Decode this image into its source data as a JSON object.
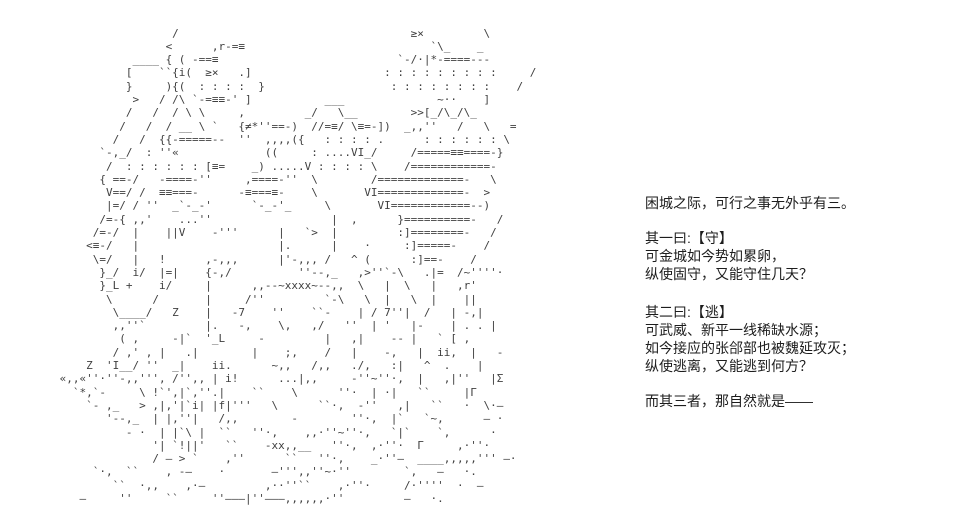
{
  "scene": {
    "background_color": "#ffffff",
    "art_color": "#3f3f3f",
    "text_color": "#1d1d1d"
  },
  "dialogue": {
    "intro": "困城之际，可行之事无外乎有三。",
    "option_one": {
      "title": "其一曰:【守】",
      "line1": "可金城如今势如累卵，",
      "line2": "纵使固守，又能守住几天？"
    },
    "option_two": {
      "title": "其二曰:【逃】",
      "line1": "可武威、新平一线稀缺水源；",
      "line2": "如今接应的张郃部也被魏延攻灭；",
      "line3": "纵使逃离，又能逃到何方？"
    },
    "closing": "而其三者，那自然就是——"
  },
  "ascii_art": {
    "lines": [
      "",
      "",
      "                          /                                   ≥×         \\",
      "                         <      ,r-=≡                            `\\_    _",
      "                    ____ { ( -==≡                           `-/·|*-====---",
      "                   [    ``{i(  ≥×   .]                    : : : : : : : : :     /",
      "                   }     ){(  : : : :  }                   : : : : : : : :    /",
      "                    >   / /\\ `-=≡≡-' ]           ___              ~··    ]",
      "                   /   /  / \\ \\     ,         _/   \\__        >>[_/\\_/\\_",
      "                  /   /  / __ \\ `   {≠*''==-)  //=≡/ \\≡=-])  _,,''   /   \\   =",
      "                 /   /  {{-=====--  ''  ,,,,({   : : : : .      : : : : : : \\",
      "               `-,_/  : ''«             ((     : ....VI_/     /=====≡≡====-}",
      "                /  : : : : : : [≡=    _) .....V : : : : \\    /============-",
      "               { ==-/   -====-''     ,====-''  \\        /=============-   \\",
      "                V==/ /  ≡≡===-      -≡===≡-    \\       VI=============-  >",
      "                |=/ / ''  _`-_-'      `-_-'_     \\       VI============--)",
      "               /=-{ ,,'    ...''                  |  ,      }==========-   /",
      "              /=-/  |    ||V    -'''      |   `>  |         :]========-   /",
      "             <≡-/   |                     |.      |    ·     :]=====-    /",
      "              \\=/   |   !      ,-,,,      |'-,,, /   ^ (      :]==-    /",
      "               }_/  i/  |=|    {-,/          ''--,_   ,>''`-\\   .|=  /~''''·",
      "               }_L +    i/     |      ,,--~xxxx~--,,  \\   |  \\   |   ,r'",
      "                \\      /       |     /''         `-\\   \\  |   \\  |    ||",
      "                 \\____/   Z    |   -7    ''    ``-    | / 7''|  /   | -,|",
      "                 ,,''`         |.   -,    \\,   ,/   ''  | '   |-    | . . |",
      "                  ( ,     -|`  '_L     -         |   ,|    -- |   ` [ ,",
      "                 / ,' , |   .|        |    ;,    /   |    -,   |  ii,  |   -",
      "             Z  'I__/ ''  _|    ii.      ~,,   /,,   ./,   :|   ^  .    |",
      "         «,,«''·''-,,''', /'',, | i!      ...|,,     -''~''·,  |   ,|''   |Σ",
      "           `*,`-     \\ !`',|`,''.|    ``    \\      ''·  | ·|   ``     |Γ",
      "             `- ,_   > ,|,'|`i| |f|'''   \\      ``·,  -''   ,|   ``   ·  \\·—",
      "                '--,_  | |,''|   /,,        -        ''·,  |`   `~,      — ·",
      "                   - ·  | |`\\ |  ``   ''·,    ,,·''~''·,   `|`    `,      ·",
      "                       '| `!||'   ``    -xx,,__   ''·,  ,·''·  Γ     ,·''·",
      "                       / — > `    ,''      ``   ''·,    _·''—  ____,,,,,''' —·",
      "              `·,  ``    , -—    ·       —''',,''~·''        `,   —   ·.",
      "                 ``  ·,,    ,·—         ,··''``    ,·''·     /·''''  ·  —",
      "            —     ''     ``     ''———|''———,,,,,,·''         —   ·.",
      "",
      ""
    ]
  }
}
